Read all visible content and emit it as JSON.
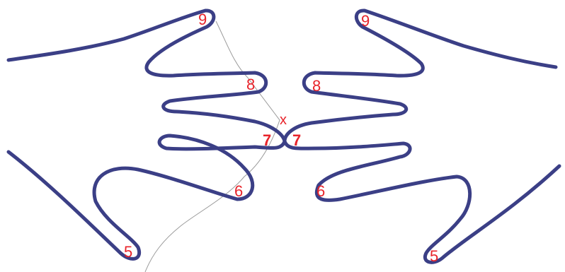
{
  "image": {
    "description_hidden": false,
    "stroke_color": "#3b3f86",
    "label_color": "#e8232a"
  },
  "labels": {
    "left": {
      "nine": "9",
      "eight": "8",
      "seven": "7",
      "six": "6",
      "five": "5"
    },
    "right": {
      "nine": "9",
      "eight": "8",
      "seven": "7",
      "six": "6",
      "five": "5"
    },
    "center_mark": "x"
  }
}
